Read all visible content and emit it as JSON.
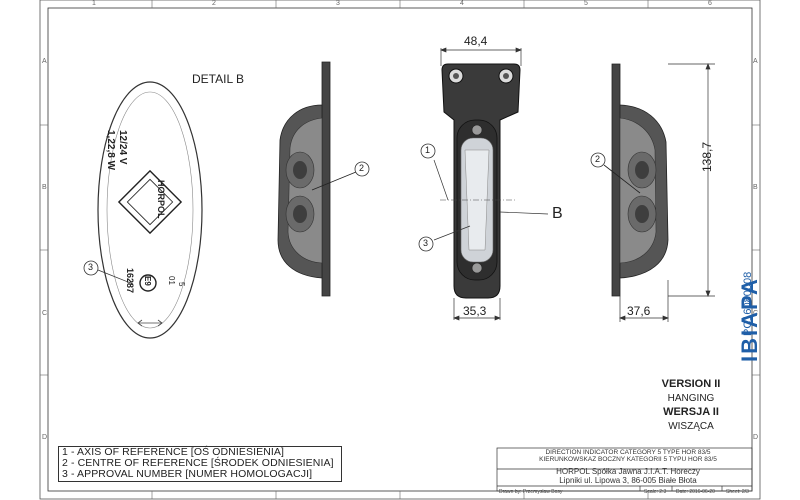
{
  "frame": {
    "columns": [
      "1",
      "2",
      "3",
      "4",
      "5",
      "6"
    ],
    "rows": [
      "A",
      "B",
      "C",
      "D"
    ]
  },
  "detail": {
    "title": "DETAIL B",
    "voltage": "12/24 V",
    "wattage": "1,22,8 W",
    "brand": "HORPOL",
    "approval_number": "16287",
    "approval_mark": "E9",
    "code_top": "5",
    "code_mid": "01"
  },
  "dimensions": {
    "top_width": "48,4",
    "bottom_width": "35,3",
    "height": "138,7",
    "depth": "37,6"
  },
  "callouts": {
    "c1": "1",
    "c2": "2",
    "c3": "3",
    "detail_ref": "B"
  },
  "legend": [
    "1 - AXIS OF REFERENCE [OŚ ODNIESIENIA]",
    "2 - CENTRE OF REFERENCE [ŚRODEK ODNIESIENIA]",
    "3 - APPROVAL NUMBER [NUMER HOMOLOGACJI]"
  ],
  "version": {
    "en_title": "VERSION II",
    "en_sub": "HANGING",
    "pl_title": "WERSJA II",
    "pl_sub": "WISZĄCA"
  },
  "brand_vertical": "IBIAPA",
  "part_code": "PC16080008",
  "title_block": {
    "line1": "DIRECTION INDICATOR CATEGORY 5 TYPE HOR 83/5",
    "line2": "KIERUNKOWSKAZ BOCZNY KATEGORII 5 TYPU HOR 83/5",
    "company1": "HORPOL Spółka Jawna   J.I.A.T. Horeczy",
    "company2": "Lipniki ul. Lipowa 3, 86-005 Białe Błota",
    "drawn_by": "Drawn by:  Przemysław Bosy",
    "scale": "Scale: 2:3",
    "date": "Date: 2016-06-20",
    "sheet": "Sheet: 2/3"
  },
  "colors": {
    "line": "#333333",
    "body_dark": "#3a3a3a",
    "lens": "#cfd3d8"
  }
}
